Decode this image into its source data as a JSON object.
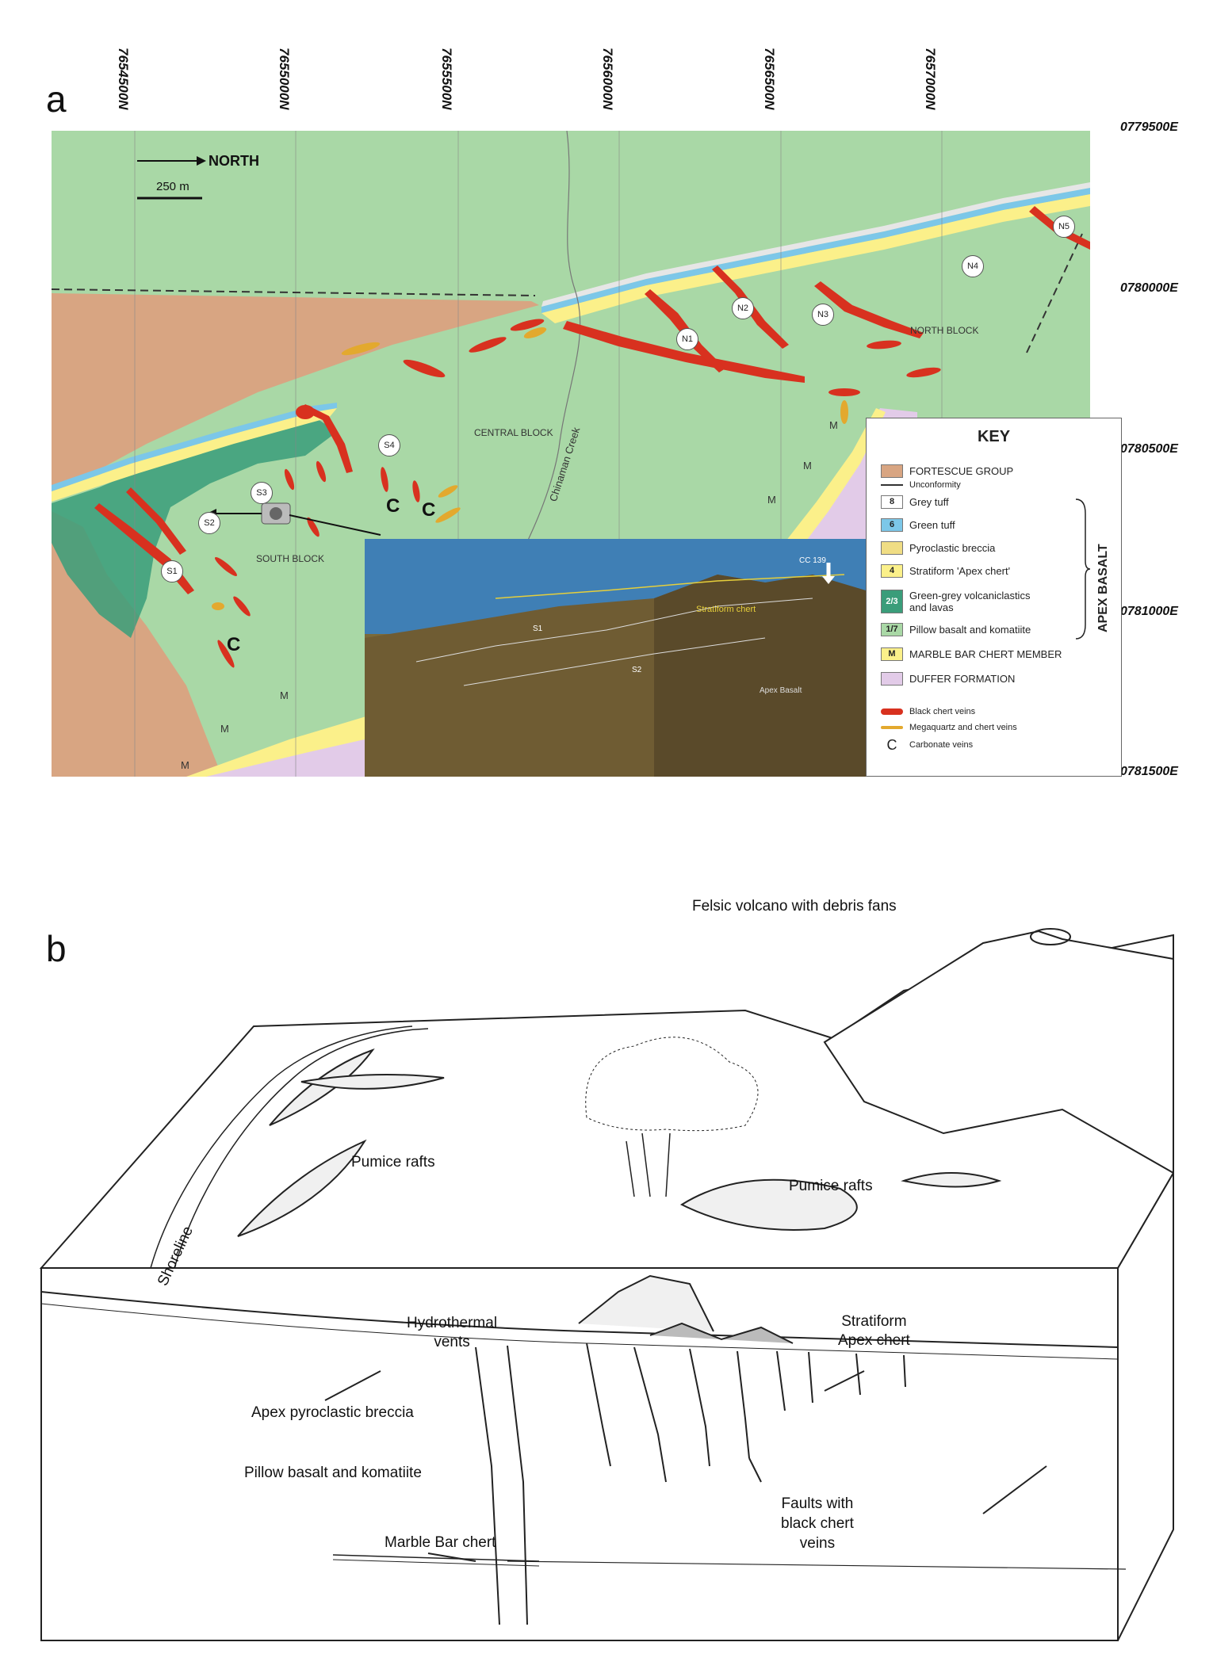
{
  "panel_a": {
    "letter": "a",
    "northing_labels": [
      "7654500N",
      "7655000N",
      "7655500N",
      "7656000N",
      "7656500N",
      "7657000N"
    ],
    "easting_labels": [
      "0779500E",
      "0780000E",
      "0780500E",
      "0781000E",
      "0781500E"
    ],
    "north_arrow_label": "NORTH",
    "scale_bar_label": "250 m",
    "block_labels": {
      "central": "CENTRAL BLOCK",
      "south": "SOUTH BLOCK",
      "north": "NORTH BLOCK"
    },
    "creek_label": "Chinaman Creek",
    "vein_labels": [
      "S1",
      "S2",
      "S3",
      "S4",
      "N1",
      "N2",
      "N3",
      "N4",
      "N5"
    ],
    "carbonate_label": "C",
    "marble_bar_label": "M",
    "photo": {
      "sample_label": "CC 139",
      "stratiform_label": "Stratiform chert",
      "s1": "S1",
      "s2": "S2",
      "apex_basalt": "Apex Basalt"
    },
    "key": {
      "title": "KEY",
      "items": [
        {
          "code": "",
          "label": "FORTESCUE GROUP",
          "color": "#d8a582"
        },
        {
          "code": "",
          "label": "Unconformity",
          "color": ""
        },
        {
          "code": "8",
          "label": "Grey tuff",
          "color": "#ffffff"
        },
        {
          "code": "6",
          "label": "Green tuff",
          "color": "#7cc7e8"
        },
        {
          "code": "",
          "label": "Pyroclastic breccia",
          "color": "#f0dd84"
        },
        {
          "code": "4",
          "label": "Stratiform 'Apex chert'",
          "color": "#ffffff"
        },
        {
          "code": "2/3",
          "label": "Green-grey volcaniclastics and lavas",
          "color": "#3a9d7a"
        },
        {
          "code": "1/7",
          "label": "Pillow basalt and komatiite",
          "color": "#a9d8a6"
        },
        {
          "code": "M",
          "label": "MARBLE BAR CHERT MEMBER",
          "color": "#fbf08a"
        },
        {
          "code": "",
          "label": "DUFFER FORMATION",
          "color": "#e2cbe8"
        },
        {
          "code": "",
          "label": "Black chert veins",
          "color": "#d8311f"
        },
        {
          "code": "",
          "label": "Megaquartz and chert veins",
          "color": "#e3a92e"
        },
        {
          "code": "C",
          "label": "Carbonate veins",
          "color": ""
        }
      ],
      "group_label": "APEX BASALT"
    }
  },
  "panel_b": {
    "letter": "b",
    "labels": {
      "volcano": "Felsic volcano with debris fans",
      "pumice1": "Pumice rafts",
      "pumice2": "Pumice rafts",
      "shoreline": "Shoreline",
      "hydrothermal": "Hydrothermal\nvents",
      "stratiform": "Stratiform\nApex chert",
      "breccia": "Apex pyroclastic breccia",
      "pillow": "Pillow basalt and komatiite",
      "faults": "Faults with\nblack chert\nveins",
      "marblebar": "Marble Bar chert"
    }
  },
  "colors": {
    "basalt_green": "#a9d8a6",
    "fortescue": "#d8a582",
    "duffer": "#e2cbe8",
    "marble": "#fbf08a",
    "chert_red": "#d8311f",
    "megaquartz": "#e3a92e",
    "volcaniclastic": "#3a9d7a",
    "green_tuff": "#7cc7e8"
  }
}
